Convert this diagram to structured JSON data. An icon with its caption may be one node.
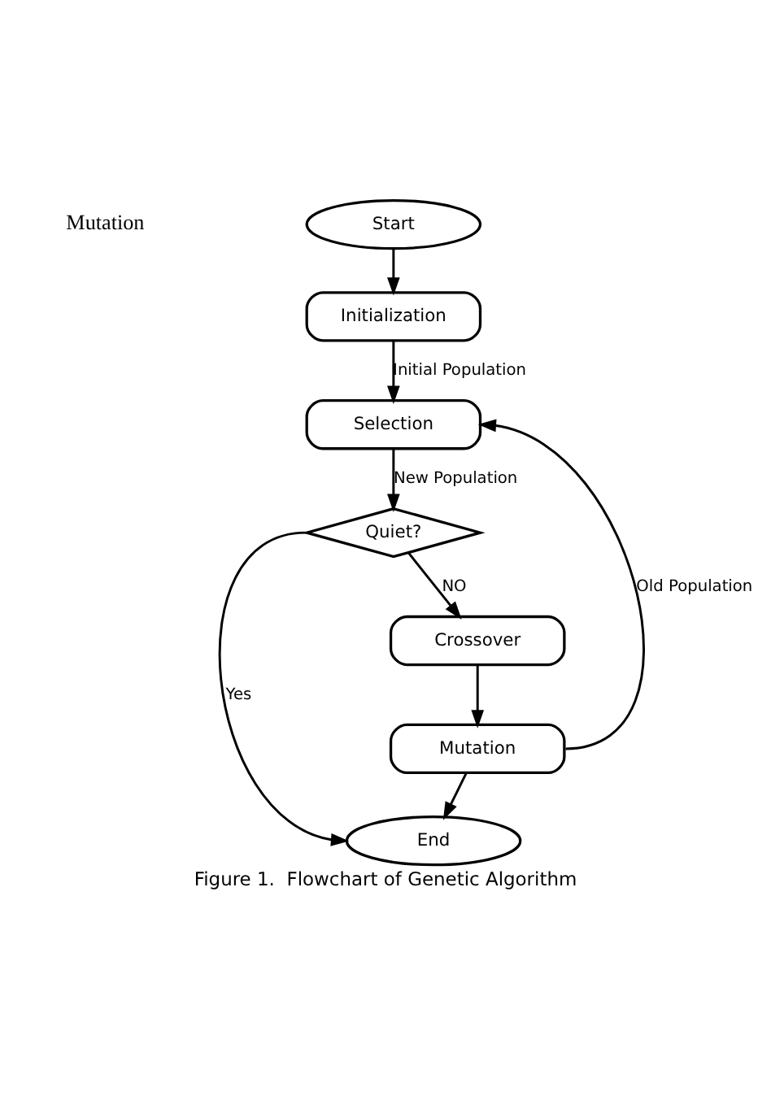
{
  "diagram": {
    "caption": "Figure 1.  Flowchart of Genetic Algorithm",
    "nodes": [
      {
        "text": [
          "Start"
        ]
      },
      {
        "text": [
          "Initialization"
        ]
      },
      {
        "text": [
          "Selection"
        ]
      },
      {
        "text": [
          "Quiet?"
        ]
      },
      {
        "text": [
          "Crossover"
        ]
      },
      {
        "text": [
          "Mutation"
        ]
      },
      {
        "text": [
          "End"
        ]
      }
    ],
    "edges": [
      {
        "from": 0,
        "to": 1,
        "arrow": "to"
      },
      {
        "from": 1,
        "to": 2,
        "arrow": "to",
        "label": "Initial Population"
      },
      {
        "from": 2,
        "to": 3,
        "arrow": "to",
        "label": "New Population"
      },
      {
        "from": 3,
        "to": 6,
        "arrow": "to",
        "label": "Yes"
      },
      {
        "from": 3,
        "to": 4,
        "arrow": "to",
        "label": "NO"
      },
      {
        "from": 4,
        "to": 5,
        "arrow": "to"
      },
      {
        "from": 5,
        "to": 6,
        "arrow": "to"
      },
      {
        "from": 5,
        "to": 2,
        "arrow": "to",
        "label": "Old Population"
      }
    ],
    "labels": [
      "Mutation"
    ]
  }
}
